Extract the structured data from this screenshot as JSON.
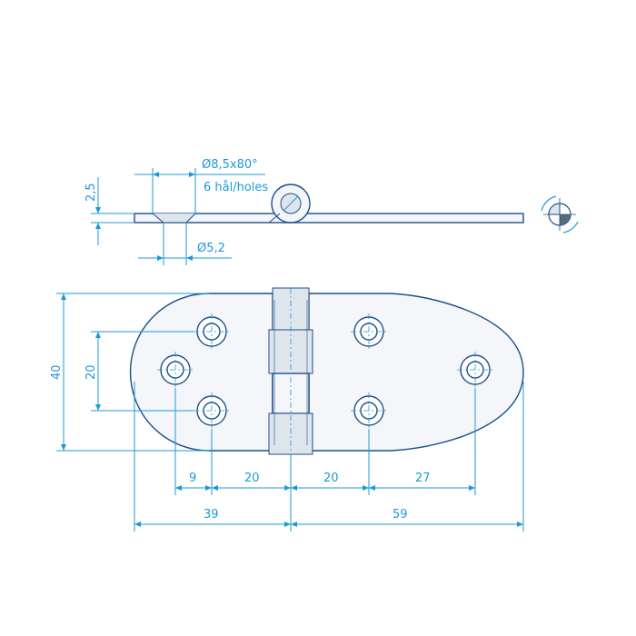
{
  "annotations": {
    "countersink": "Ø8,5x80°",
    "holes_count": "6 hål/holes",
    "hole_diameter": "Ø5,2",
    "thickness": "2,5"
  },
  "dimensions": {
    "height": "40",
    "hole_spacing_vertical": "20",
    "left_edge_to_hole": "9",
    "left_hole_to_pin": "20",
    "pin_to_right_hole": "20",
    "right_hole_spacing": "27",
    "left_length": "39",
    "right_length": "59"
  },
  "colors": {
    "dimension": "#1c9ad6",
    "outline": "#1c4f8a",
    "fill": "#f4f6f9"
  }
}
